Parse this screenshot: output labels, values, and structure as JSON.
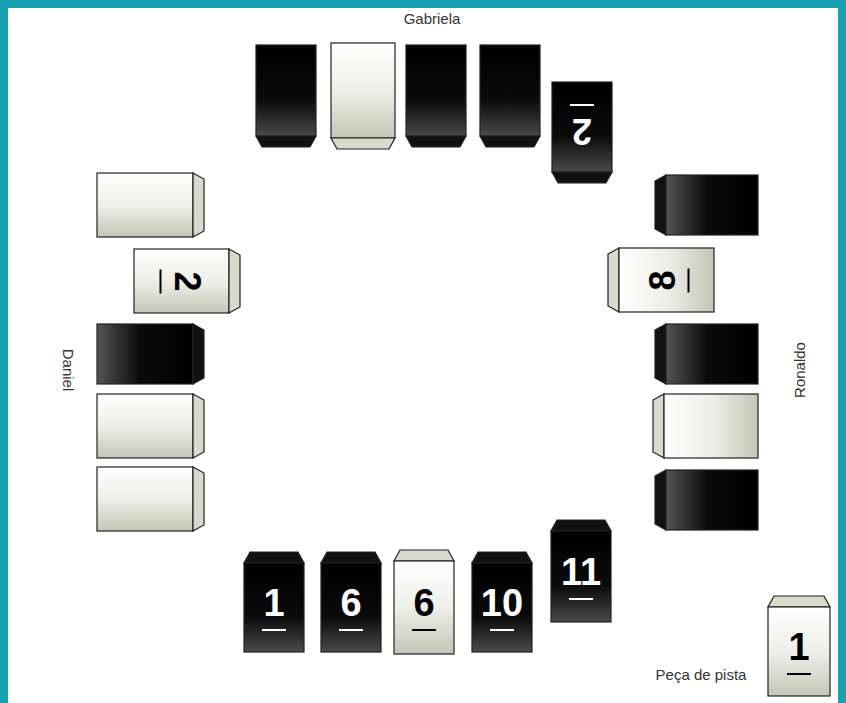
{
  "diagram": {
    "nodes": [
      {
        "text": [
          "2"
        ]
      },
      {
        "text": [
          "2"
        ]
      },
      {
        "text": [
          "8"
        ]
      },
      {
        "text": [
          "1"
        ]
      },
      {
        "text": [
          "6"
        ]
      },
      {
        "text": [
          "6"
        ]
      },
      {
        "text": [
          "10"
        ]
      },
      {
        "text": [
          "11"
        ]
      },
      {
        "text": [
          "1"
        ]
      }
    ],
    "labels": [
      "Gabriela",
      "Daniel",
      "Ronaldo",
      "Peça de pista"
    ]
  }
}
